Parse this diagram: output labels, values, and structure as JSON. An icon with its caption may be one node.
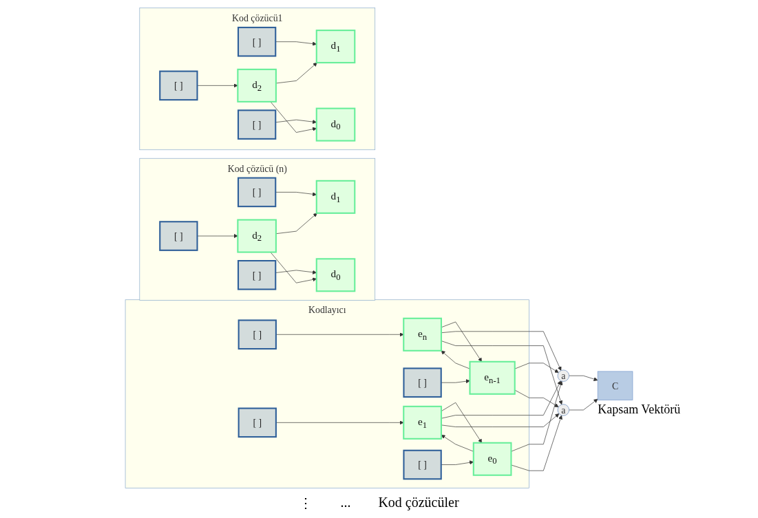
{
  "diagram": {
    "nodes": [
      {
        "text": [
          "Kodlayıcı"
        ]
      },
      {
        "text": [
          "[ ]"
        ],
        "in": 0
      },
      {
        "text": [
          "e$_{n}$"
        ],
        "in": 0
      },
      {
        "text": [
          "[ ]"
        ],
        "in": 0
      },
      {
        "text": [
          "e$_{n-1}$"
        ],
        "in": 0
      },
      {
        "text": [
          "[ ]"
        ],
        "in": 0
      },
      {
        "text": [
          "e$_{1}$"
        ],
        "in": 0
      },
      {
        "text": [
          "[ ]"
        ],
        "in": 0
      },
      {
        "text": [
          "e$_{0}$"
        ],
        "in": 0
      },
      {
        "text": [
          "a"
        ]
      },
      {
        "text": [
          "a"
        ]
      },
      {
        "text": [
          "Kod çözücü (n)"
        ]
      },
      {
        "text": [
          "[ ]"
        ],
        "in": 11
      },
      {
        "text": [
          "d$_{2}$"
        ],
        "in": 11
      },
      {
        "text": [
          "[ ]"
        ],
        "in": 11
      },
      {
        "text": [
          "d$_{1}$"
        ],
        "in": 11
      },
      {
        "text": [
          "[ ]"
        ],
        "in": 11
      },
      {
        "text": [
          "d$_{0}$"
        ],
        "in": 11
      },
      {
        "text": [
          "C"
        ],
        "beside": [
          "Kapsam Vektörü"
        ]
      },
      {
        "text": [
          "Kod çözücü1"
        ]
      },
      {
        "text": [
          "[ ]"
        ],
        "in": 19
      },
      {
        "text": [
          "d$_{2}$"
        ],
        "in": 19
      },
      {
        "text": [
          "[ ]"
        ],
        "in": 19
      },
      {
        "text": [
          "d$_{1}$"
        ],
        "in": 19
      },
      {
        "text": [
          "[ ]"
        ],
        "in": 19
      },
      {
        "text": [
          "d$_{0}$"
        ],
        "in": 19
      }
    ],
    "edges": [
      {
        "from": 1,
        "to": 2,
        "arrow": "to"
      },
      {
        "from": 2,
        "to": 4,
        "arrow": "to"
      },
      {
        "from": 4,
        "to": 2,
        "arrow": "to"
      },
      {
        "from": 3,
        "to": 4,
        "arrow": "to"
      },
      {
        "from": 5,
        "to": 6,
        "arrow": "to"
      },
      {
        "from": 6,
        "to": 8,
        "arrow": "to"
      },
      {
        "from": 8,
        "to": 6,
        "arrow": "to"
      },
      {
        "from": 7,
        "to": 8,
        "arrow": "to"
      },
      {
        "from": 2,
        "to": 9,
        "arrow": "to"
      },
      {
        "from": 2,
        "to": 10,
        "arrow": "to"
      },
      {
        "from": 4,
        "to": 9,
        "arrow": "to"
      },
      {
        "from": 4,
        "to": 10,
        "arrow": "to"
      },
      {
        "from": 6,
        "to": 9,
        "arrow": "to"
      },
      {
        "from": 6,
        "to": 10,
        "arrow": "to"
      },
      {
        "from": 8,
        "to": 9,
        "arrow": "to"
      },
      {
        "from": 8,
        "to": 10,
        "arrow": "to"
      },
      {
        "from": 12,
        "to": 13,
        "arrow": "to"
      },
      {
        "from": 14,
        "to": 15,
        "arrow": "to"
      },
      {
        "from": 16,
        "to": 17,
        "arrow": "to"
      },
      {
        "from": 13,
        "to": 15,
        "arrow": "to"
      },
      {
        "from": 13,
        "to": 17,
        "arrow": "to"
      },
      {
        "from": 9,
        "to": 18,
        "arrow": "to"
      },
      {
        "from": 10,
        "to": 18,
        "arrow": "to"
      },
      {
        "from": 20,
        "to": 21,
        "arrow": "to"
      },
      {
        "from": 22,
        "to": 23,
        "arrow": "to"
      },
      {
        "from": 24,
        "to": 25,
        "arrow": "to"
      },
      {
        "from": 21,
        "to": 23,
        "arrow": "to"
      },
      {
        "from": 21,
        "to": 25,
        "arrow": "to"
      }
    ],
    "labels": [
      "⋮",
      "...",
      "Kod çözücüler"
    ]
  }
}
